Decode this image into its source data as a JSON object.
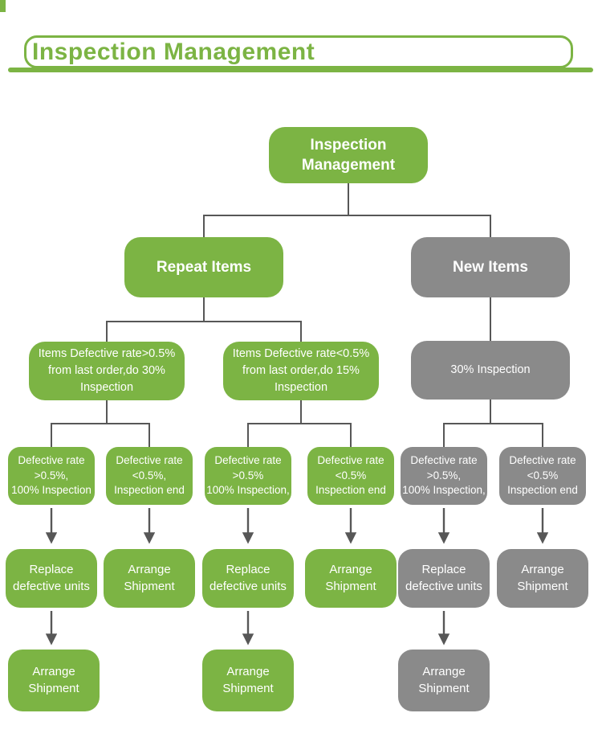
{
  "header": {
    "title": "Inspection Management"
  },
  "colors": {
    "green": "#7CB444",
    "gray": "#8A8A8A",
    "connector": "#575757",
    "box_text": "#FFFFFF"
  },
  "diagram": {
    "type": "flowchart",
    "nodes": {
      "root": {
        "label": "Inspection\nManagement",
        "color": "green"
      },
      "repeat": {
        "label": "Repeat Items",
        "color": "green"
      },
      "new_items": {
        "label": "New Items",
        "color": "gray"
      },
      "repeat_high": {
        "label": "Items Defective rate>0.5%\nfrom last order,do 30%\nInspection",
        "color": "green"
      },
      "repeat_low": {
        "label": "Items Defective rate<0.5%\nfrom last order,do 15%\nInspection",
        "color": "green"
      },
      "new_inspection": {
        "label": "30% Inspection",
        "color": "gray"
      },
      "d1": {
        "label": "Defective rate\n>0.5%,\n100% Inspection",
        "color": "green"
      },
      "d2": {
        "label": "Defective rate\n<0.5%,\nInspection end",
        "color": "green"
      },
      "d3": {
        "label": "Defective rate\n>0.5%\n100% Inspection,",
        "color": "green"
      },
      "d4": {
        "label": "Defective rate\n<0.5%\nInspection end",
        "color": "green"
      },
      "d5": {
        "label": "Defective rate\n>0.5%,\n100% Inspection,",
        "color": "gray"
      },
      "d6": {
        "label": "Defective rate\n<0.5%\nInspection end",
        "color": "gray"
      },
      "r1": {
        "label": "Replace\ndefective units",
        "color": "green"
      },
      "r2": {
        "label": "Arrange\nShipment",
        "color": "green"
      },
      "r3": {
        "label": "Replace\ndefective units",
        "color": "green"
      },
      "r4": {
        "label": "Arrange\nShipment",
        "color": "green"
      },
      "r5": {
        "label": "Replace\ndefective units",
        "color": "gray"
      },
      "r6": {
        "label": "Arrange\nShipment",
        "color": "gray"
      },
      "a1": {
        "label": "Arrange\nShipment",
        "color": "green"
      },
      "a2": {
        "label": "Arrange\nShipment",
        "color": "green"
      },
      "a3": {
        "label": "Arrange\nShipment",
        "color": "gray"
      }
    },
    "edges": [
      {
        "from": "root",
        "to": "repeat"
      },
      {
        "from": "root",
        "to": "new_items"
      },
      {
        "from": "repeat",
        "to": "repeat_high"
      },
      {
        "from": "repeat",
        "to": "repeat_low"
      },
      {
        "from": "new_items",
        "to": "new_inspection"
      },
      {
        "from": "repeat_high",
        "to": "d1"
      },
      {
        "from": "repeat_high",
        "to": "d2"
      },
      {
        "from": "repeat_low",
        "to": "d3"
      },
      {
        "from": "repeat_low",
        "to": "d4"
      },
      {
        "from": "new_inspection",
        "to": "d5"
      },
      {
        "from": "new_inspection",
        "to": "d6"
      },
      {
        "from": "d1",
        "to": "r1",
        "arrow": true
      },
      {
        "from": "d2",
        "to": "r2",
        "arrow": true
      },
      {
        "from": "d3",
        "to": "r3",
        "arrow": true
      },
      {
        "from": "d4",
        "to": "r4",
        "arrow": true
      },
      {
        "from": "d5",
        "to": "r5",
        "arrow": true
      },
      {
        "from": "d6",
        "to": "r6",
        "arrow": true
      },
      {
        "from": "r1",
        "to": "a1",
        "arrow": true
      },
      {
        "from": "r3",
        "to": "a2",
        "arrow": true
      },
      {
        "from": "r5",
        "to": "a3",
        "arrow": true
      }
    ]
  }
}
